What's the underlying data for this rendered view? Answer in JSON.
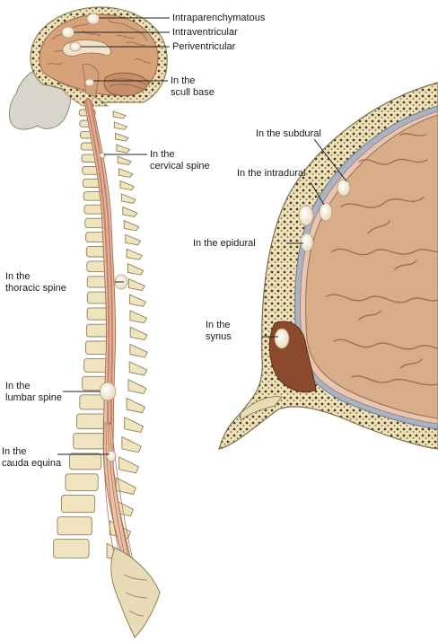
{
  "labels": {
    "intraparenchymatous": "Intraparenchymatous",
    "intraventricular": "Intraventricular",
    "periventricular": "Periventricular",
    "skull_base": {
      "line1": "In the",
      "line2": "scull base"
    },
    "cervical": {
      "line1": "In the",
      "line2": "cervical spine"
    },
    "thoracic": {
      "line1": "In the",
      "line2": "thoracic spine"
    },
    "lumbar": {
      "line1": "In the",
      "line2": "lumbar spine"
    },
    "cauda": {
      "line1": "In the",
      "line2": "cauda equina"
    },
    "subdural": "In the subdural",
    "intradural": "In the intradural",
    "epidural": "In the epidural",
    "synus": {
      "line1": "In the",
      "line2": "synus"
    }
  },
  "colors": {
    "bone": "#efe4bd",
    "bone_outline": "#8f8158",
    "brain": "#d4a57f",
    "brain_dark": "#9a6a48",
    "cord": "#c98f75",
    "lesion": "#f7ecd9",
    "leader": "#222222"
  }
}
